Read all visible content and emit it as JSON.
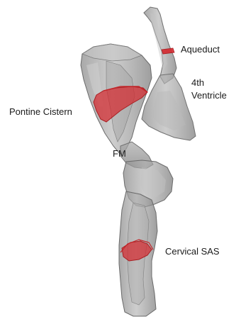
{
  "labels": {
    "aqueduct": "Aqueduct",
    "fourth_ventricle_line1": "4th",
    "fourth_ventricle_line2": "Ventricle",
    "pontine_cistern": "Pontine Cistern",
    "foramen_magnum": "FM",
    "cervical_sas": "Cervical SAS"
  },
  "colors": {
    "background": "#ffffff",
    "tissue_fill": "#9a9a9a",
    "tissue_edge": "#6e6e6e",
    "tissue_highlight": "#c4c4c4",
    "tissue_shadow": "#7c7c7c",
    "cross_section": "#d4282e",
    "label_text": "#1a1a1a"
  }
}
